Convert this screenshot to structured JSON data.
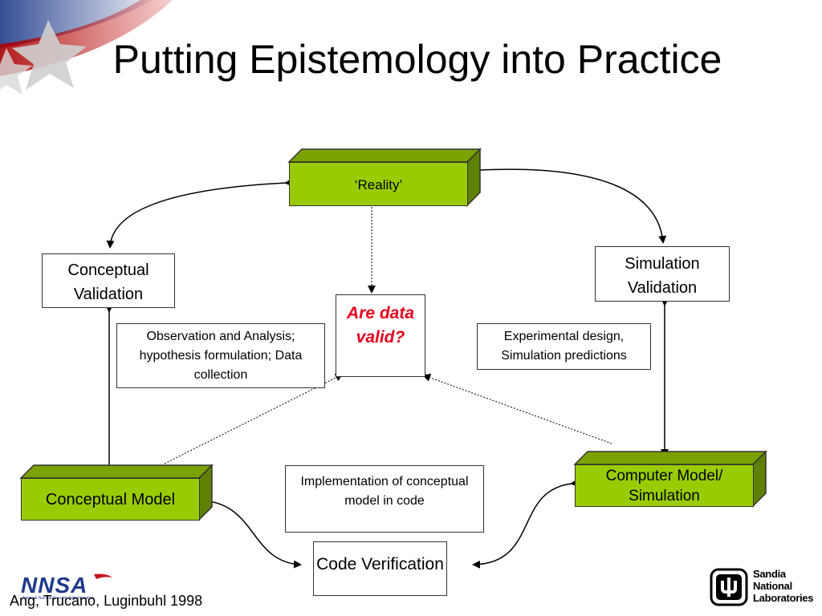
{
  "title": "Putting Epistemology into Practice",
  "nodes": {
    "reality": "‘Reality’",
    "conceptual_validation": "Conceptual Validation",
    "simulation_validation": "Simulation Validation",
    "question": "Are data valid?",
    "observation": "Observation and Analysis; hypothesis formulation; Data collection",
    "experimental": "Experimental design, Simulation predictions",
    "conceptual_model": "Conceptual Model",
    "implementation": "Implementation of conceptual model in code",
    "computer_model": "Computer Model/ Simulation",
    "code_verification": "Code Verification"
  },
  "citation": "Ang, Trucano, Luginbuhl 1998",
  "logos": {
    "nnsa": "NNSA",
    "nnsa_subtitle": "National Nuclear Security Administration",
    "sandia": "Sandia National Laboratories"
  },
  "colors": {
    "accent_green": "#99cc00",
    "question_red": "#e8001c"
  }
}
